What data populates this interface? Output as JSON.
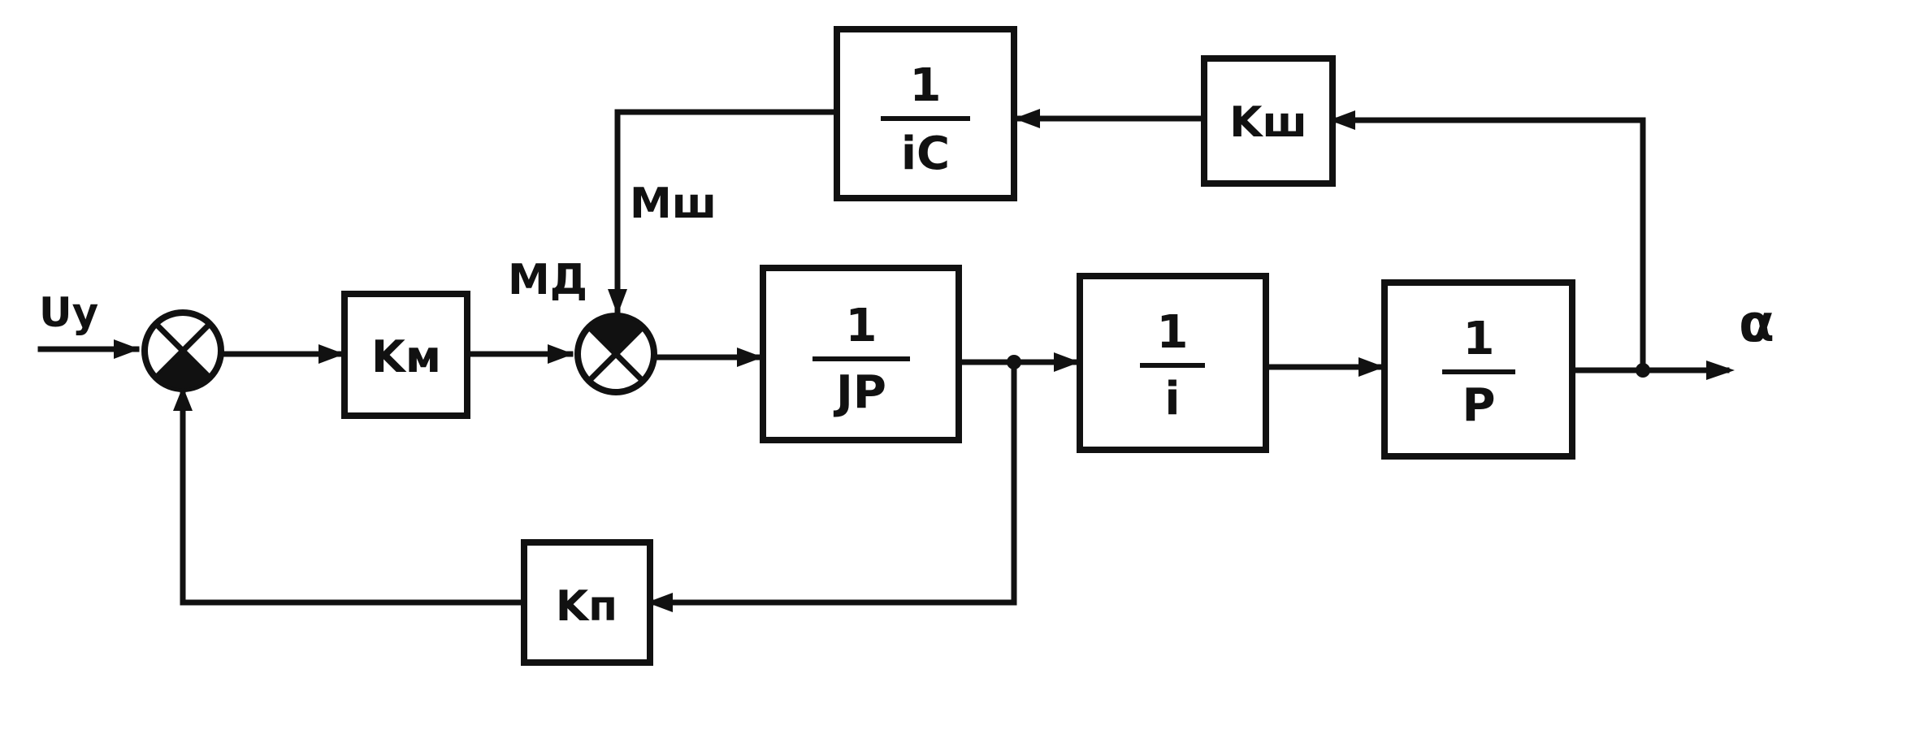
{
  "signals": {
    "input": "Uy",
    "motor_torque": "MД",
    "disturbance_torque": "Mш",
    "output": "α"
  },
  "blocks": {
    "km": "Kм",
    "jp": {
      "num": "1",
      "den": "JP"
    },
    "i": {
      "num": "1",
      "den": "i"
    },
    "p": {
      "num": "1",
      "den": "P"
    },
    "ic": {
      "num": "1",
      "den": "iC"
    },
    "ksh": "Kш",
    "kp": "Kп"
  }
}
